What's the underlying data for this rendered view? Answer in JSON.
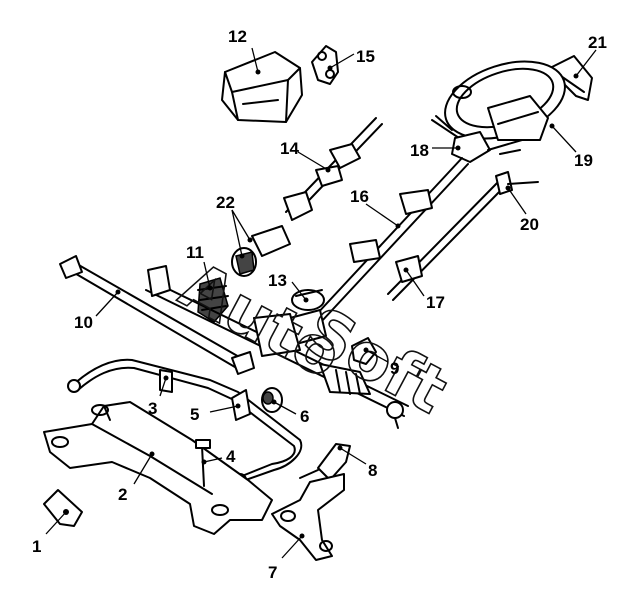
{
  "watermark": {
    "line1": "Auto",
    "line2": "Soft"
  },
  "callouts": [
    {
      "id": "c1",
      "label": "1"
    },
    {
      "id": "c2",
      "label": "2"
    },
    {
      "id": "c3",
      "label": "3"
    },
    {
      "id": "c4",
      "label": "4"
    },
    {
      "id": "c5",
      "label": "5"
    },
    {
      "id": "c6",
      "label": "6"
    },
    {
      "id": "c7",
      "label": "7"
    },
    {
      "id": "c8",
      "label": "8"
    },
    {
      "id": "c9",
      "label": "9"
    },
    {
      "id": "c10",
      "label": "10"
    },
    {
      "id": "c11",
      "label": "11"
    },
    {
      "id": "c12",
      "label": "12"
    },
    {
      "id": "c13",
      "label": "13"
    },
    {
      "id": "c14",
      "label": "14"
    },
    {
      "id": "c15",
      "label": "15"
    },
    {
      "id": "c16",
      "label": "16"
    },
    {
      "id": "c17",
      "label": "17"
    },
    {
      "id": "c18",
      "label": "18"
    },
    {
      "id": "c19",
      "label": "19"
    },
    {
      "id": "c20",
      "label": "20"
    },
    {
      "id": "c21",
      "label": "21"
    },
    {
      "id": "c22",
      "label": "22"
    }
  ]
}
